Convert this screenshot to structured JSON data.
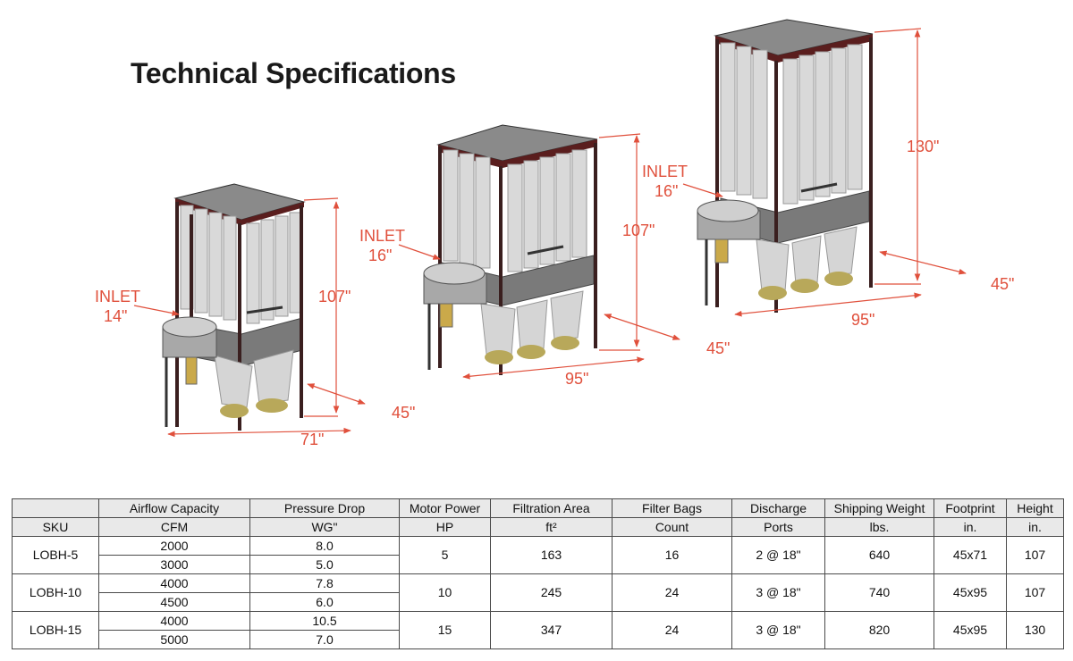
{
  "title": "Technical Specifications",
  "illustration": {
    "small": {
      "inlet_label": "INLET",
      "inlet_size": "14\"",
      "height": "107\"",
      "depth": "45\"",
      "width": "71\""
    },
    "medium": {
      "inlet_label": "INLET",
      "inlet_size": "16\"",
      "height": "107\"",
      "depth": "45\"",
      "width": "95\""
    },
    "large": {
      "inlet_label": "INLET",
      "inlet_size": "16\"",
      "height": "130\"",
      "depth": "45\"",
      "width": "95\""
    },
    "colors": {
      "dimension": "#e0503c",
      "frame": "#3a1f1f",
      "filter": "#d8d8d8",
      "cone_dust": "#b8a85a"
    }
  },
  "table": {
    "header_top": [
      "",
      "Airflow Capacity",
      "Pressure Drop",
      "Motor Power",
      "Filtration Area",
      "Filter Bags",
      "Discharge",
      "Shipping Weight",
      "Footprint",
      "Height"
    ],
    "header_bottom": [
      "SKU",
      "CFM",
      "WG\"",
      "HP",
      "ft²",
      "Count",
      "Ports",
      "lbs.",
      "in.",
      "in."
    ],
    "rows": [
      {
        "sku": "LOBH-5",
        "cfm": [
          "2000",
          "3000"
        ],
        "wg": [
          "8.0",
          "5.0"
        ],
        "hp": "5",
        "area": "163",
        "bags": "16",
        "ports": "2 @ 18\"",
        "weight": "640",
        "footprint": "45x71",
        "height": "107"
      },
      {
        "sku": "LOBH-10",
        "cfm": [
          "4000",
          "4500"
        ],
        "wg": [
          "7.8",
          "6.0"
        ],
        "hp": "10",
        "area": "245",
        "bags": "24",
        "ports": "3 @ 18\"",
        "weight": "740",
        "footprint": "45x95",
        "height": "107"
      },
      {
        "sku": "LOBH-15",
        "cfm": [
          "4000",
          "5000"
        ],
        "wg": [
          "10.5",
          "7.0"
        ],
        "hp": "15",
        "area": "347",
        "bags": "24",
        "ports": "3 @ 18\"",
        "weight": "820",
        "footprint": "45x95",
        "height": "130"
      }
    ]
  }
}
